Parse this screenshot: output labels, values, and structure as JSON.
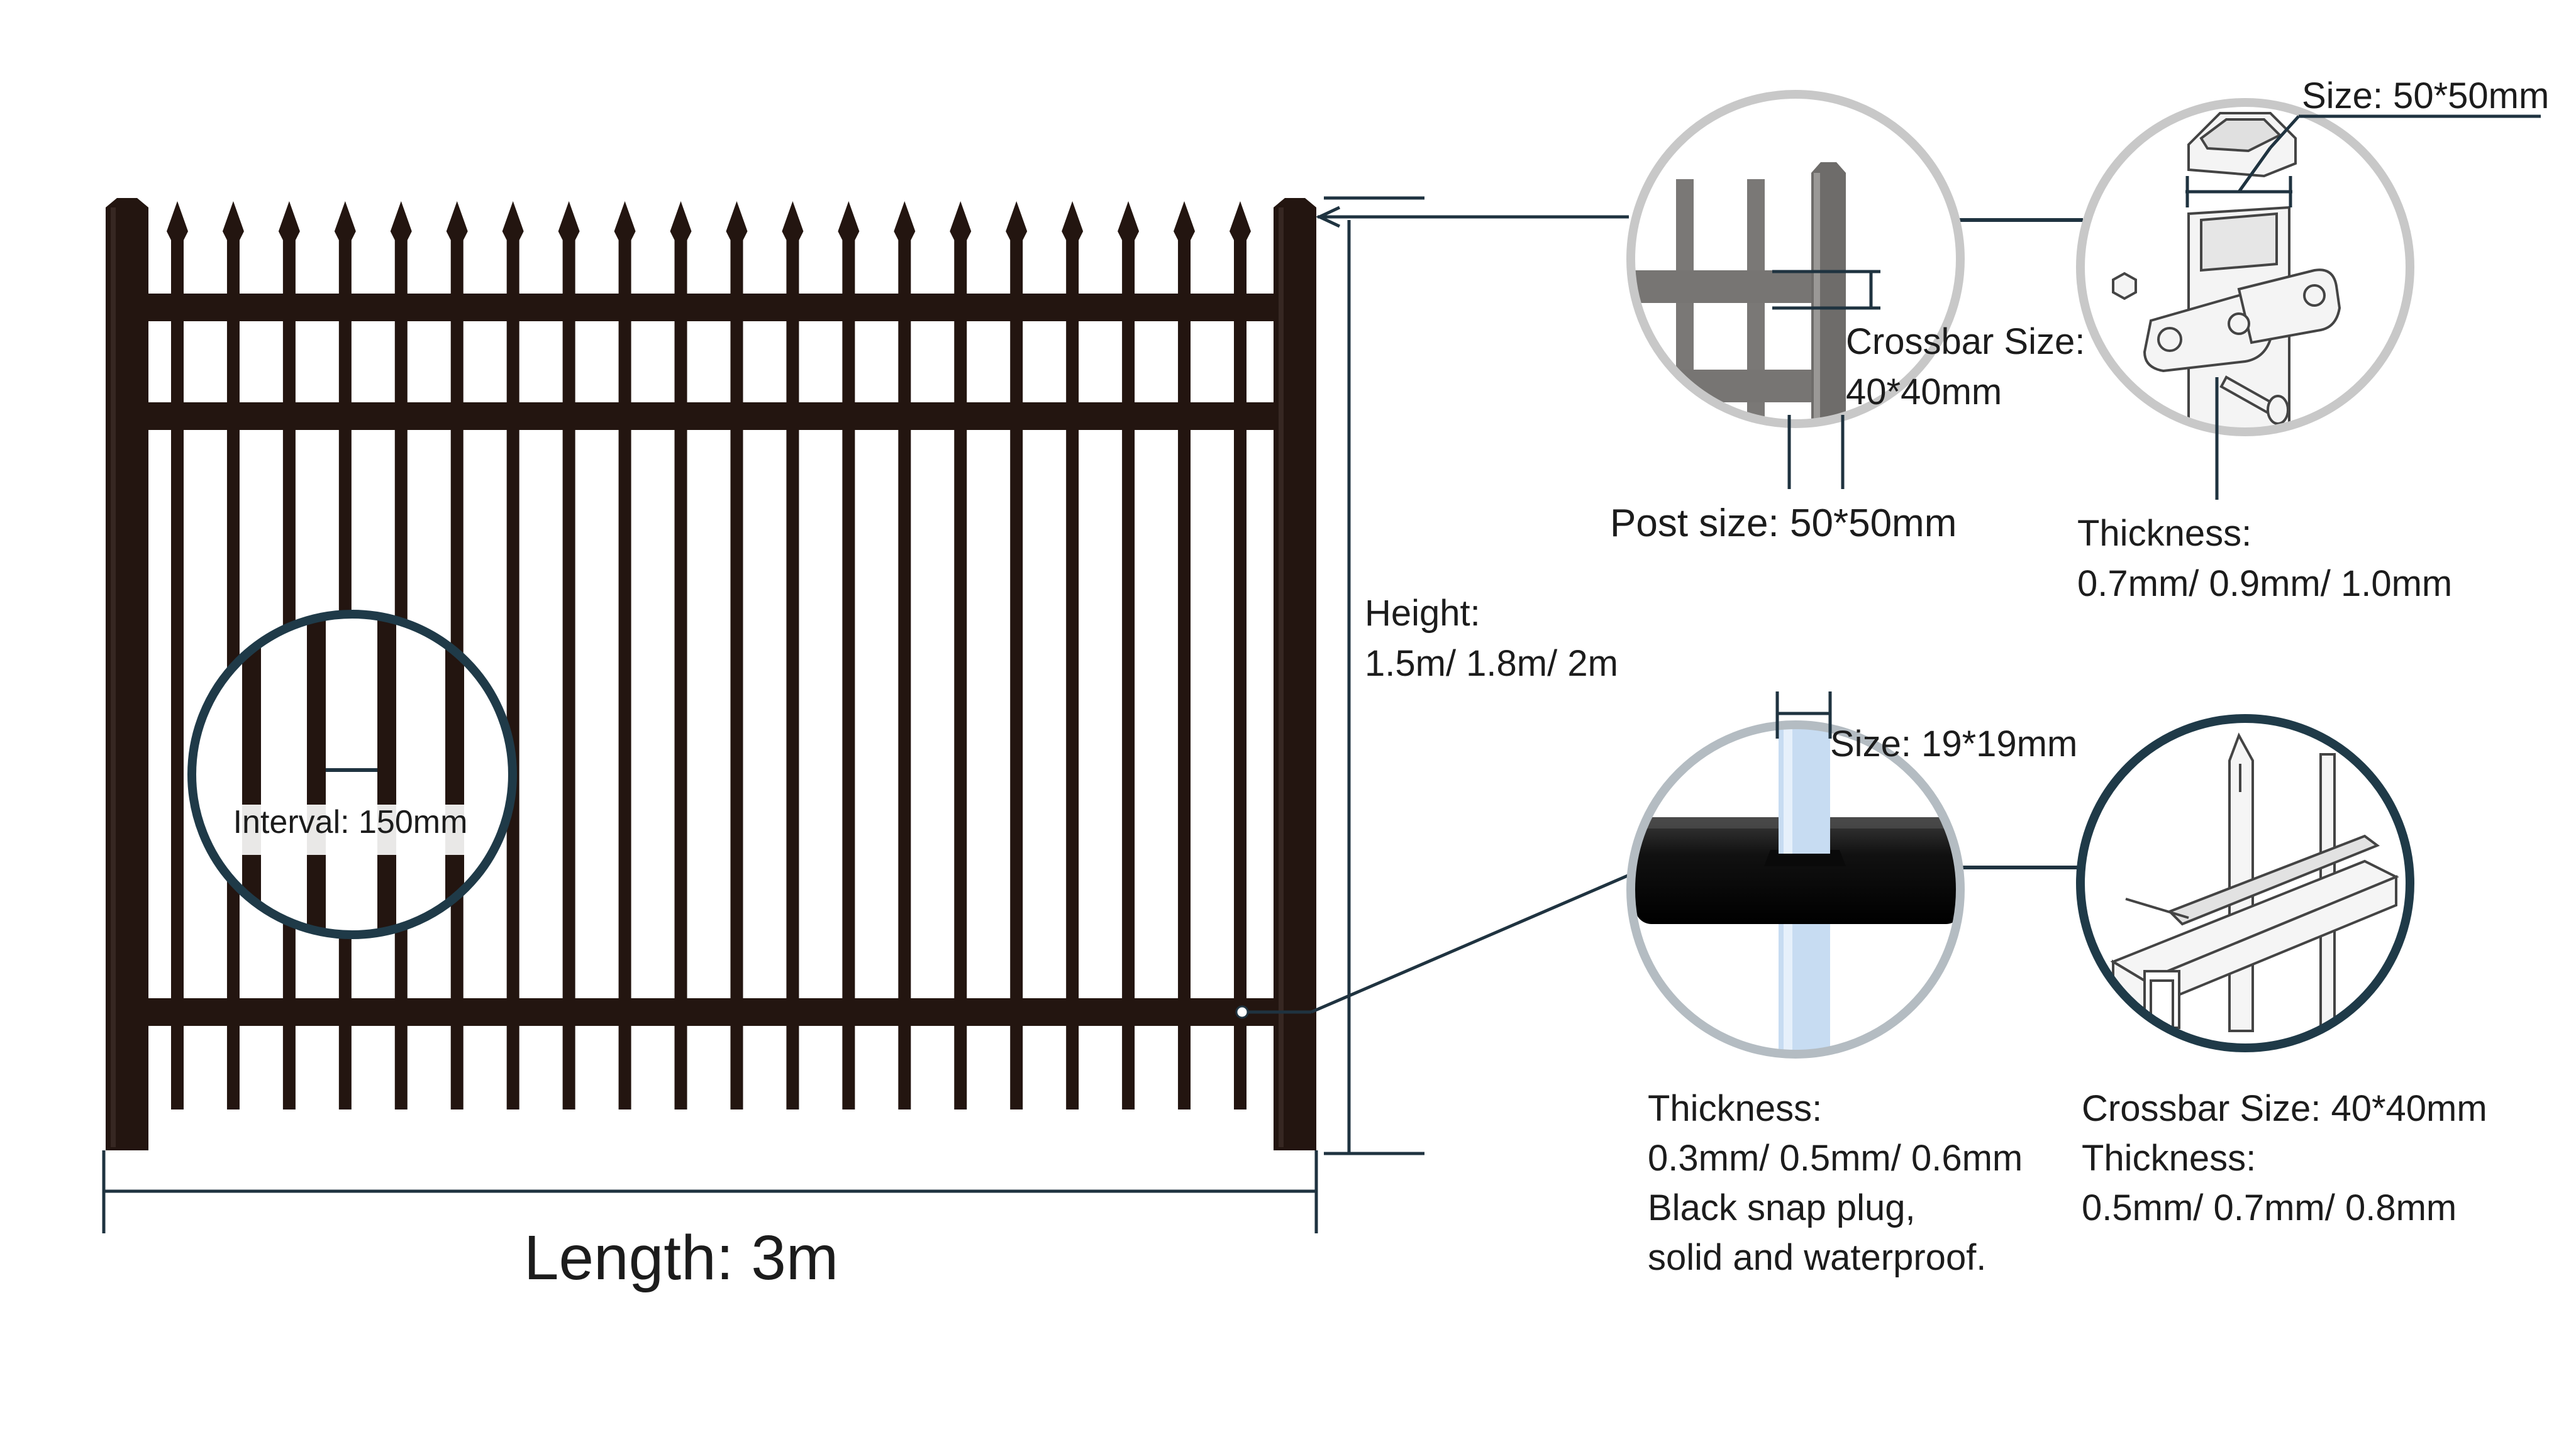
{
  "fence": {
    "length_label": "Length: 3m",
    "height_label_line1": "Height:",
    "height_label_line2": "1.5m/ 1.8m/ 2m",
    "interval_label": "Interval: 150mm",
    "picket_count": 20
  },
  "details": {
    "post": {
      "crossbar_label_line1": "Crossbar Size:",
      "crossbar_label_line2": "40*40mm",
      "post_size_label": "Post size: 50*50mm"
    },
    "bracket": {
      "size_label": "Size: 50*50mm",
      "thickness_line1": "Thickness:",
      "thickness_line2": "0.7mm/ 0.9mm/ 1.0mm"
    },
    "picket": {
      "size_label": "Size: 19*19mm",
      "thickness_line1": "Thickness:",
      "thickness_line2": "0.3mm/ 0.5mm/ 0.6mm",
      "note_line1": "Black snap plug,",
      "note_line2": "solid and waterproof."
    },
    "rail": {
      "crossbar_label": "Crossbar Size: 40*40mm",
      "thickness_line1": "Thickness:",
      "thickness_line2": "0.5mm/ 0.7mm/ 0.8mm"
    }
  },
  "colors": {
    "steel": "#231510",
    "line": "#1f3340",
    "circle_dark": "#1f3a48",
    "circle_light": "#c8c8c8",
    "picket_blue": "#c7dcf2"
  }
}
